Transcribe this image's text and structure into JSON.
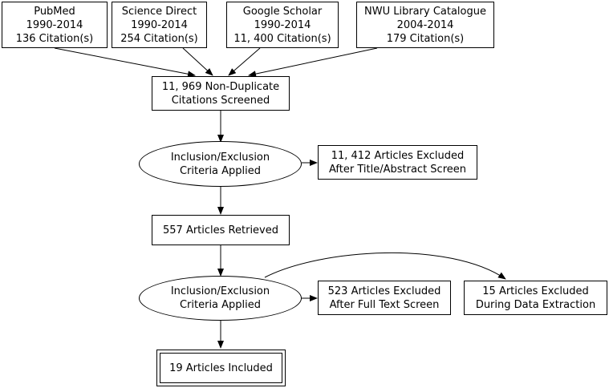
{
  "sources": {
    "pubmed": {
      "name": "PubMed",
      "years": "1990-2014",
      "citations": "136 Citation(s)"
    },
    "science_direct": {
      "name": "Science Direct",
      "years": "1990-2014",
      "citations": "254 Citation(s)"
    },
    "google_scholar": {
      "name": "Google Scholar",
      "years": "1990-2014",
      "citations": "11, 400 Citation(s)"
    },
    "nwu_catalogue": {
      "name": "NWU Library Catalogue",
      "years": "2004-2014",
      "citations": "179 Citation(s)"
    }
  },
  "screened": {
    "line1": "11, 969 Non-Duplicate",
    "line2": "Citations Screened"
  },
  "criteria_1": {
    "line1": "Inclusion/Exclusion",
    "line2": "Criteria Applied"
  },
  "excluded_title": {
    "line1": "11, 412 Articles Excluded",
    "line2": "After Title/Abstract Screen"
  },
  "retrieved": {
    "label": "557 Articles Retrieved"
  },
  "criteria_2": {
    "line1": "Inclusion/Exclusion",
    "line2": "Criteria Applied"
  },
  "excluded_fulltext": {
    "line1": "523 Articles Excluded",
    "line2": "After Full Text Screen"
  },
  "excluded_extraction": {
    "line1": "15 Articles Excluded",
    "line2": "During Data Extraction"
  },
  "included": {
    "label": "19 Articles Included"
  }
}
